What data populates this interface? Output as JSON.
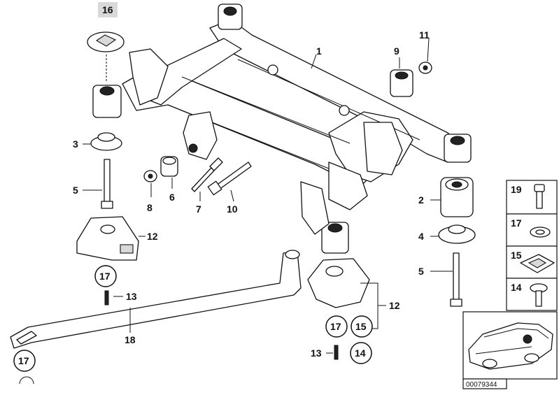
{
  "labels": {
    "p1": "1",
    "p2": "2",
    "p3": "3",
    "p4": "4",
    "p5a": "5",
    "p5b": "5",
    "p6": "6",
    "p7": "7",
    "p8": "8",
    "p9": "9",
    "p10": "10",
    "p11": "11",
    "p12a": "12",
    "p12b": "12",
    "p13a": "13",
    "p13b": "13",
    "p14a": "14",
    "p14b": "14",
    "p15a": "15",
    "p15b": "15",
    "p16": "16",
    "p17a": "17",
    "p17b": "17",
    "p17c": "17",
    "p17d": "17",
    "p18": "18",
    "p19": "19"
  },
  "diagram_id": "00079344",
  "colors": {
    "stroke": "#111111",
    "label_box": "#d9d9d9",
    "background": "#ffffff"
  }
}
